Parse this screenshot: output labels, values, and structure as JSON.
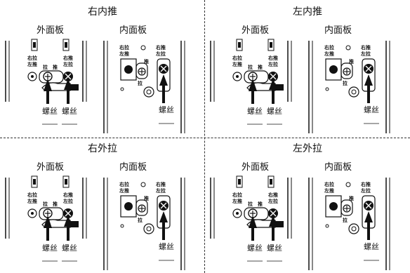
{
  "quadrants": [
    {
      "title": "右内推",
      "outer_label": "外面板",
      "inner_label": "内面板",
      "outer_small": {
        "a": "右拉",
        "b": "左推",
        "c": "右推",
        "d": "左拉",
        "e": "拉",
        "f": "推"
      },
      "inner_small": {
        "a": "右拉",
        "b": "左推",
        "c": "右推",
        "d": "左拉",
        "e": "推",
        "f": "拉"
      },
      "screw": "螺丝"
    },
    {
      "title": "左内推",
      "outer_label": "外面板",
      "inner_label": "内面板",
      "outer_small": {
        "a": "右拉",
        "b": "左推",
        "c": "右推",
        "d": "左拉",
        "e": "拉",
        "f": "推"
      },
      "inner_small": {
        "a": "右拉",
        "b": "左推",
        "c": "右推",
        "d": "左拉",
        "e": "推",
        "f": "拉"
      },
      "screw": "螺丝"
    },
    {
      "title": "右外拉",
      "outer_label": "外面板",
      "inner_label": "内面板",
      "outer_small": {
        "a": "右拉",
        "b": "左推",
        "c": "右推",
        "d": "左拉",
        "e": "拉",
        "f": "推"
      },
      "inner_small": {
        "a": "右拉",
        "b": "左推",
        "c": "右推",
        "d": "左拉",
        "e": "推",
        "f": "拉"
      },
      "screw": "螺丝"
    },
    {
      "title": "左外拉",
      "outer_label": "外面板",
      "inner_label": "内面板",
      "outer_small": {
        "a": "右拉",
        "b": "左推",
        "c": "右推",
        "d": "左拉",
        "e": "拉",
        "f": "推"
      },
      "inner_small": {
        "a": "右拉",
        "b": "左推",
        "c": "右推",
        "d": "左拉",
        "e": "推",
        "f": "拉"
      },
      "screw": "螺丝"
    }
  ]
}
